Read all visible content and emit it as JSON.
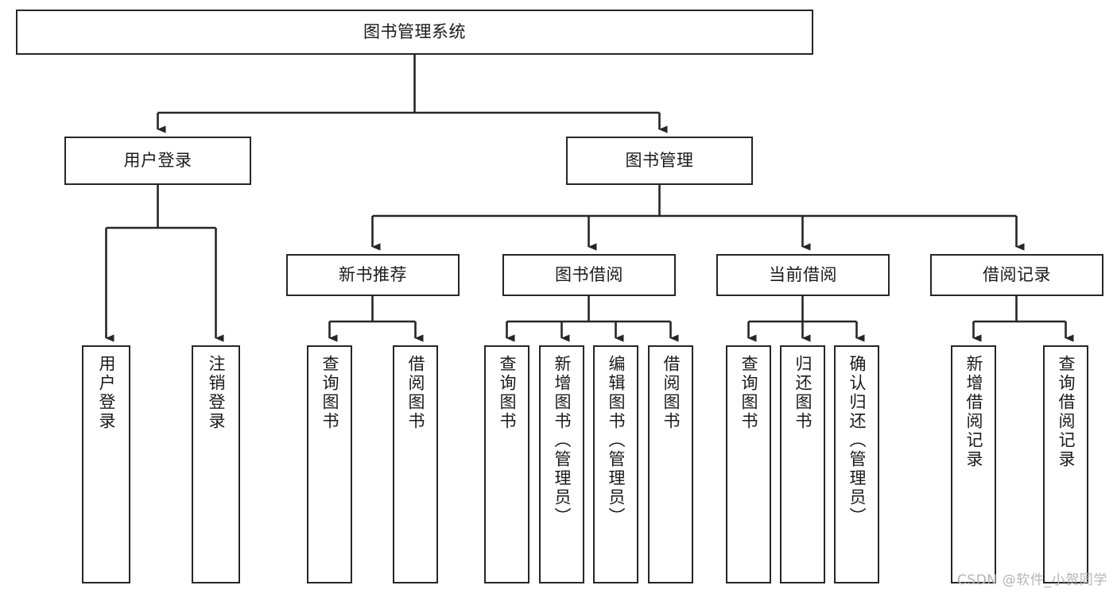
{
  "diagram": {
    "title": "图书管理系统",
    "type": "tree",
    "orientation": "top-down",
    "line_color": "#262626",
    "box_fill": "#ffffff",
    "text_color": "#1a1a1a"
  },
  "watermark": {
    "text": "CSDN @软件_小贺同学",
    "color": "#b4b4b4"
  },
  "nodes": {
    "root": {
      "label": "图书管理系统"
    },
    "level2": [
      {
        "id": "user-login",
        "label": "用户登录"
      },
      {
        "id": "book-manage",
        "label": "图书管理"
      }
    ],
    "level3": [
      {
        "id": "new-book-recommend",
        "label": "新书推荐"
      },
      {
        "id": "book-borrow",
        "label": "图书借阅"
      },
      {
        "id": "current-borrow",
        "label": "当前借阅"
      },
      {
        "id": "borrow-record",
        "label": "借阅记录"
      }
    ],
    "leaves": [
      {
        "id": "leaf-user-login",
        "label": "用户登录",
        "parent": "user-login"
      },
      {
        "id": "leaf-logout-login",
        "label": "注销登录",
        "parent": "user-login"
      },
      {
        "id": "leaf-query-book-1",
        "label": "查询图书",
        "parent": "new-book-recommend"
      },
      {
        "id": "leaf-borrow-book-1",
        "label": "借阅图书",
        "parent": "new-book-recommend"
      },
      {
        "id": "leaf-query-book-2",
        "label": "查询图书",
        "parent": "book-borrow"
      },
      {
        "id": "leaf-add-book",
        "label": "新增图书（管理员）",
        "parent": "book-borrow"
      },
      {
        "id": "leaf-edit-book",
        "label": "编辑图书（管理员）",
        "parent": "book-borrow"
      },
      {
        "id": "leaf-borrow-book-2",
        "label": "借阅图书",
        "parent": "book-borrow"
      },
      {
        "id": "leaf-query-book-3",
        "label": "查询图书",
        "parent": "current-borrow"
      },
      {
        "id": "leaf-return-book",
        "label": "归还图书",
        "parent": "current-borrow"
      },
      {
        "id": "leaf-confirm-return",
        "label": "确认归还（管理员）",
        "parent": "current-borrow"
      },
      {
        "id": "leaf-add-record",
        "label": "新增借阅记录",
        "parent": "borrow-record"
      },
      {
        "id": "leaf-query-record",
        "label": "查询借阅记录",
        "parent": "borrow-record"
      }
    ]
  }
}
